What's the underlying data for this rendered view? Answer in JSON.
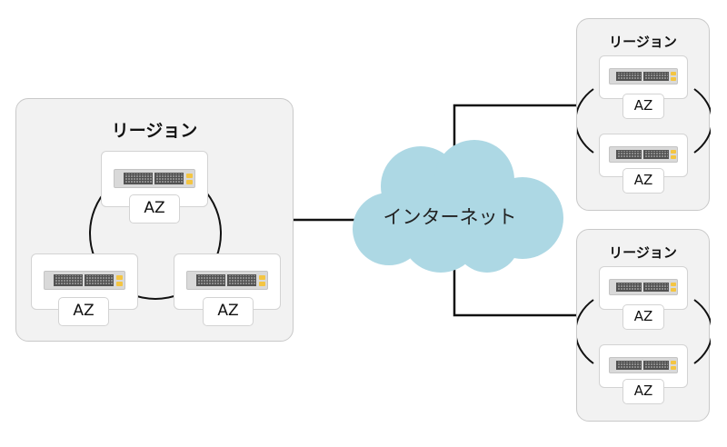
{
  "internet": {
    "label": "インターネット"
  },
  "regions": [
    {
      "title": "リージョン",
      "zones": [
        {
          "label": "AZ"
        },
        {
          "label": "AZ"
        },
        {
          "label": "AZ"
        }
      ]
    },
    {
      "title": "リージョン",
      "zones": [
        {
          "label": "AZ"
        },
        {
          "label": "AZ"
        }
      ]
    },
    {
      "title": "リージョン",
      "zones": [
        {
          "label": "AZ"
        },
        {
          "label": "AZ"
        }
      ]
    }
  ],
  "colors": {
    "cloud": "#add8e4",
    "region_bg": "#f2f2f2",
    "led": "#f4c542",
    "line": "#111111"
  }
}
